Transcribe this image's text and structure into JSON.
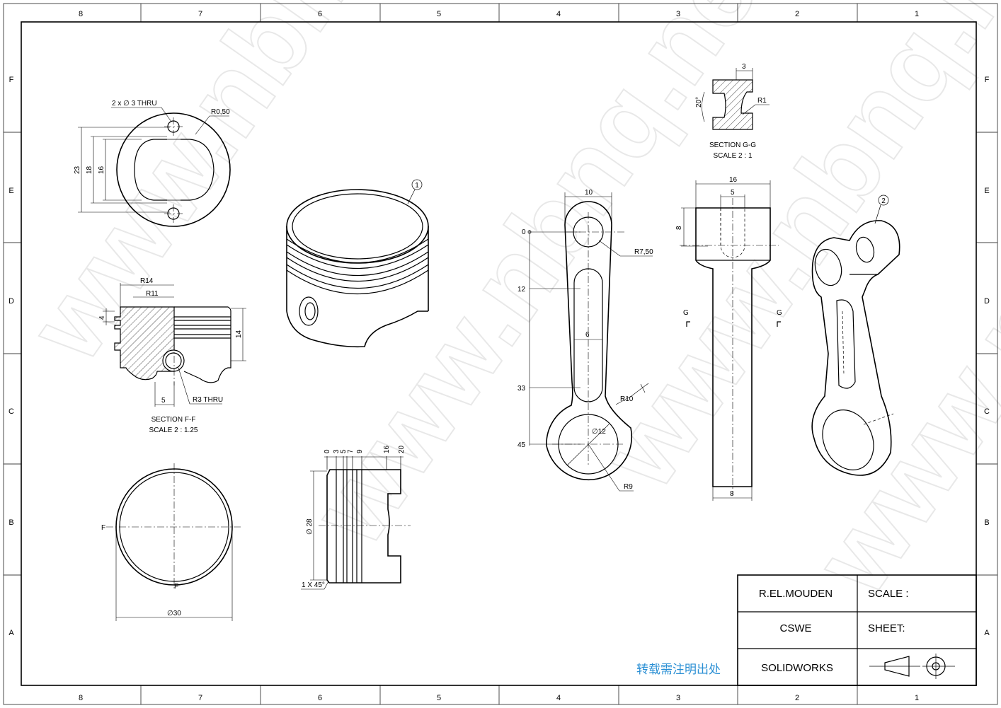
{
  "border": {
    "top_columns": [
      "8",
      "7",
      "6",
      "5",
      "4",
      "3",
      "2",
      "1"
    ],
    "bottom_columns": [
      "8",
      "7",
      "6",
      "5",
      "4",
      "3",
      "2",
      "1"
    ],
    "left_rows": [
      "F",
      "E",
      "D",
      "C",
      "B",
      "A"
    ],
    "right_rows": [
      "F",
      "E",
      "D",
      "C",
      "B",
      "A"
    ]
  },
  "watermark": "www.nbnq.net",
  "title_block": {
    "author": "R.EL.MOUDEN",
    "scale_label": "SCALE :",
    "org": "CSWE",
    "sheet_label": "SHEET:",
    "software": "SOLIDWORKS",
    "projection_icon": "first-angle-projection-icon"
  },
  "notice": "转载需注明出处",
  "views": {
    "piston_top": {
      "holes_note": "2 x ∅ 3 THRU",
      "radius_note": "R0,50",
      "dims": [
        "23",
        "18",
        "16"
      ]
    },
    "section_f": {
      "dims": [
        "R14",
        "R11",
        "4",
        "14",
        "5",
        "R3 THRU"
      ],
      "title": "SECTION F-F",
      "scale": "SCALE 2 : 1.25"
    },
    "piston_bottom": {
      "diameter": "∅30",
      "cut_label_top": "F",
      "cut_label_bottom": "F"
    },
    "piston_side": {
      "ordinates": [
        "0",
        "3",
        "5",
        "7",
        "9",
        "16",
        "20"
      ],
      "diameter": "∅ 28",
      "chamfer": "1 X 45°"
    },
    "section_g": {
      "dims": [
        "3",
        "20°",
        "R1"
      ],
      "title": "SECTION G-G",
      "scale": "SCALE 2 : 1"
    },
    "rod_front": {
      "dims": [
        "10",
        "R7,50",
        "6",
        "R10",
        "∅12",
        "R9"
      ],
      "ordinates": [
        "0",
        "12",
        "33",
        "45"
      ]
    },
    "rod_side": {
      "dims": [
        "16",
        "5",
        "8",
        "8"
      ],
      "cut_labels": [
        "G",
        "G"
      ]
    },
    "balloons": [
      "1",
      "2"
    ]
  }
}
